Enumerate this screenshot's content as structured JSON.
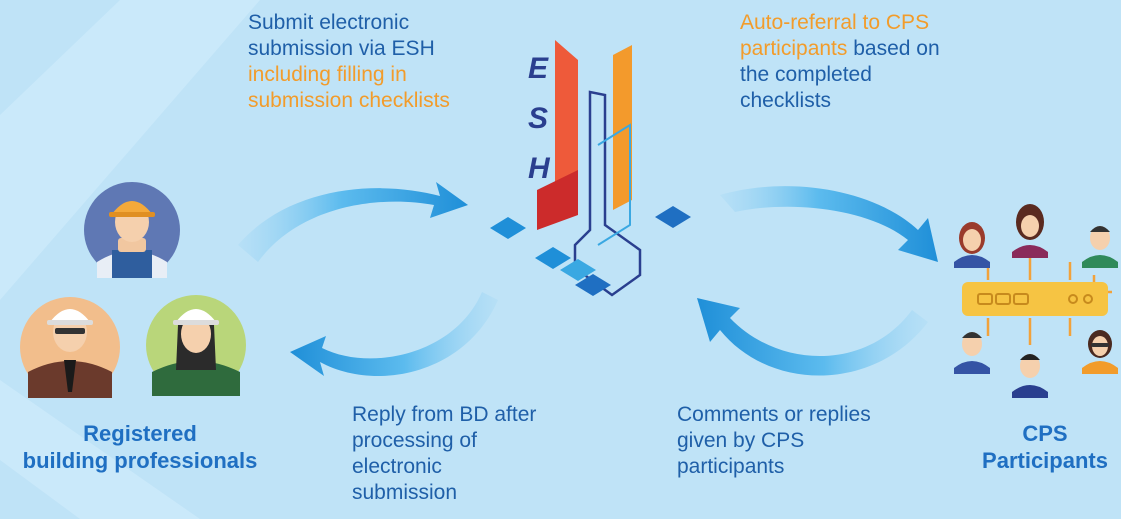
{
  "logo_text": "ESH",
  "colors": {
    "background": "#bfe3f7",
    "text_blue": "#1f5fa8",
    "highlight_orange": "#f29c2b",
    "label_blue": "#1f6fc2",
    "arrow_blue": "#2aa1e3",
    "hub_yellow": "#f6c443"
  },
  "flows": {
    "submit": {
      "part1": "Submit electronic submission via ESH",
      "part2": "including filling in submission checklists"
    },
    "referral": {
      "part1": "Auto-referral to CPS participants",
      "part2": "based on the completed checklists"
    },
    "reply_bd": "Reply from BD after processing of electronic submission",
    "comments": "Comments or replies given by CPS participants"
  },
  "actors": {
    "professionals_line1": "Registered",
    "professionals_line2": "building professionals",
    "cps_line1": "CPS",
    "cps_line2": "Participants"
  },
  "icons": {
    "professionals": [
      "worker-hardhat-icon",
      "businessman-hardhat-icon",
      "woman-hardhat-icon"
    ],
    "cps": [
      "user-woman-icon",
      "user-man-icon",
      "network-hub-icon"
    ]
  }
}
